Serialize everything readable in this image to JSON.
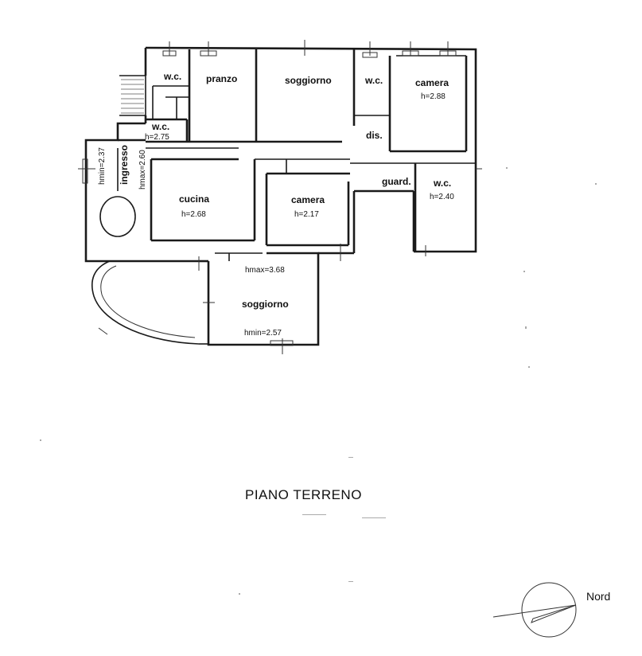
{
  "plan": {
    "title": "PIANO TERRENO",
    "north_label": "Nord",
    "rooms": [
      {
        "id": "wc-1",
        "name": "w.c.",
        "height": ""
      },
      {
        "id": "pranzo",
        "name": "pranzo",
        "height": ""
      },
      {
        "id": "soggiorno-top",
        "name": "soggiorno",
        "height": ""
      },
      {
        "id": "wc-2",
        "name": "w.c.",
        "height": ""
      },
      {
        "id": "camera-top",
        "name": "camera",
        "height": "h=2.88"
      },
      {
        "id": "dis",
        "name": "dis.",
        "height": ""
      },
      {
        "id": "wc-3",
        "name": "w.c.",
        "height": "h=2.75"
      },
      {
        "id": "ingresso",
        "name": "ingresso",
        "height": ""
      },
      {
        "id": "cucina",
        "name": "cucina",
        "height": "h=2.68"
      },
      {
        "id": "camera-mid",
        "name": "camera",
        "height": "h=2.17"
      },
      {
        "id": "guard",
        "name": "guard.",
        "height": ""
      },
      {
        "id": "wc-4",
        "name": "w.c.",
        "height": "h=2.40"
      },
      {
        "id": "soggiorno-bottom",
        "name": "soggiorno",
        "height": ""
      }
    ],
    "annotations": {
      "ingresso_hmin": "hmin=2.37",
      "ingresso_hmax": "hmax=2.60",
      "soggiorno_hmax": "hmax=3.68",
      "soggiorno_hmin": "hmin=2.57"
    }
  }
}
